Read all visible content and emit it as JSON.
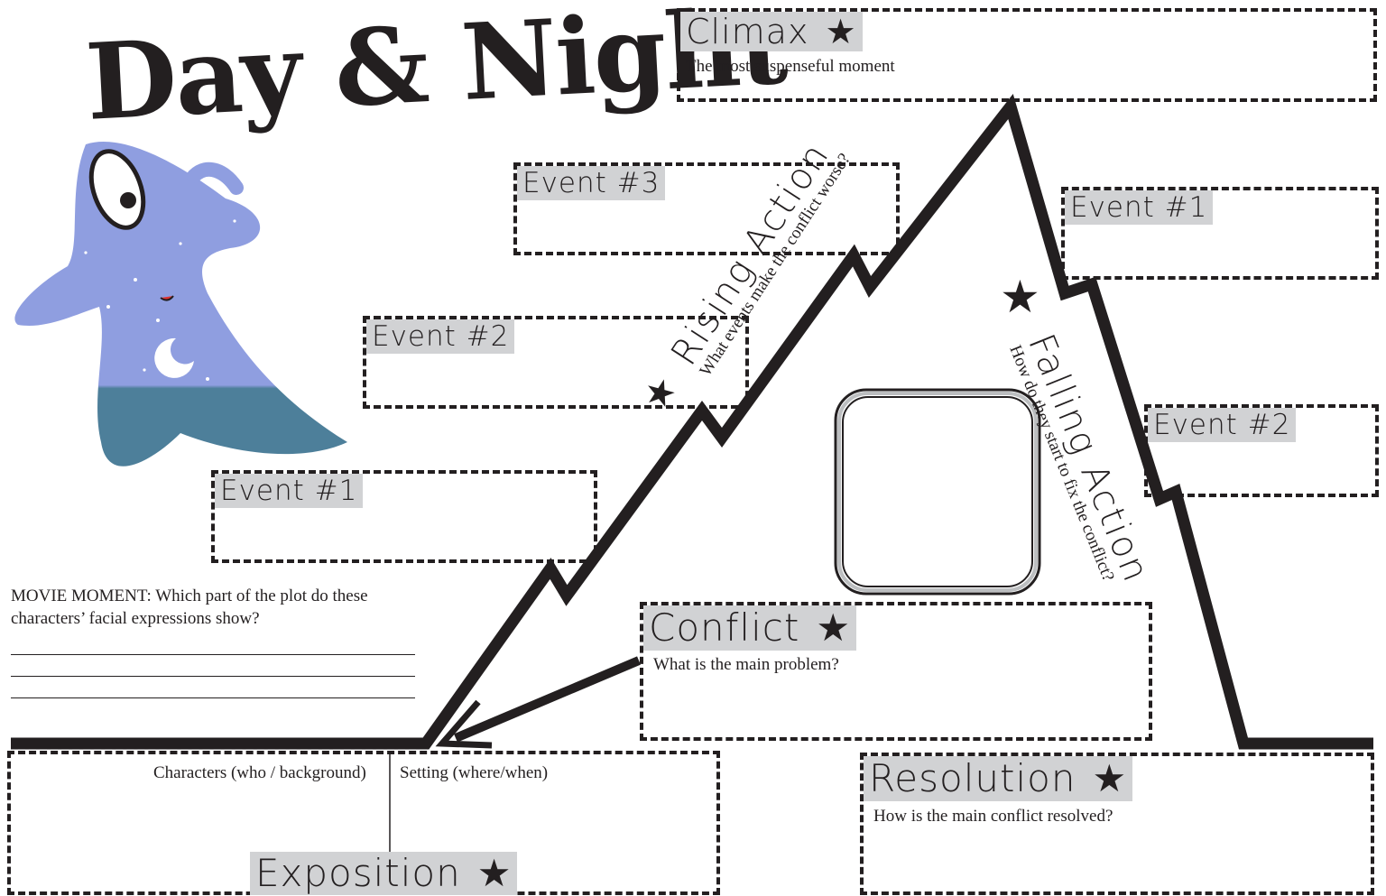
{
  "title": "Day & Night",
  "colors": {
    "ink": "#231f20",
    "label_bg": "#d1d2d4",
    "character_blue": "#8f9ee0",
    "character_teal": "#4d7f9a"
  },
  "climax": {
    "label": "Climax",
    "icon": "star-icon",
    "prompt": "The most suspenseful moment"
  },
  "rising_action": {
    "label": "Rising Action",
    "prompt": "What events make the conflict worse?",
    "events": [
      {
        "label": "Event #1"
      },
      {
        "label": "Event #2"
      },
      {
        "label": "Event #3"
      }
    ]
  },
  "falling_action": {
    "label": "Falling Action",
    "prompt": "How do they start to fix the conflict?",
    "events": [
      {
        "label": "Event #1"
      },
      {
        "label": "Event #2"
      }
    ]
  },
  "conflict": {
    "label": "Conflict",
    "prompt": "What is the main problem?"
  },
  "resolution": {
    "label": "Resolution",
    "prompt": "How is the main conflict resolved?"
  },
  "exposition": {
    "label": "Exposition",
    "characters_prompt": "Characters (who / background)",
    "setting_prompt": "Setting (where/when)"
  },
  "movie_moment": {
    "question": "MOVIE MOMENT: Which part of the plot do these characters’ facial expressions show?"
  },
  "star_glyph": "★"
}
